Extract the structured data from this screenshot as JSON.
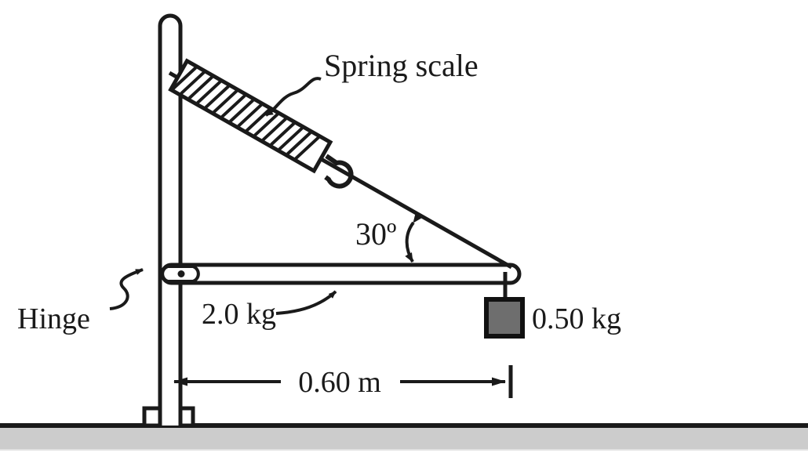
{
  "figure": {
    "title": "Hinged beam with spring scale and hanging mass",
    "type": "physics-statics-diagram",
    "background_color": "#ffffff",
    "ink_color": "#1a1a1a"
  },
  "labels": {
    "spring_scale": "Spring scale",
    "hinge": "Hinge",
    "beam_mass": "2.0 kg",
    "block_mass": "0.50 kg",
    "angle": "30º",
    "length": "0.60 m"
  },
  "values": {
    "angle_degrees": 30,
    "beam_mass_kg": 2.0,
    "block_mass_kg": 0.5,
    "beam_length_m": 0.6
  },
  "colors": {
    "ground_fill": "#cccccc",
    "ground_edge": "#1a1a1a",
    "block_fill": "#6e6e6e",
    "block_edge": "#111111",
    "line": "#1a1a1a"
  },
  "parts": {
    "post": "vertical-post",
    "post_base": "post-base-foot",
    "beam": "horizontal-beam",
    "pivot": "hinge-pin",
    "cable": "cable-from-beam-tip-to-post",
    "spring_scale": "spring-scale-body",
    "hook": "spring-scale-hook",
    "block": "hanging-block",
    "string": "block-string",
    "ground": "ground-surface",
    "dimension": "dimension-line-0.60-m",
    "angle_arrow": "angle-arc-arrow-30-deg"
  }
}
